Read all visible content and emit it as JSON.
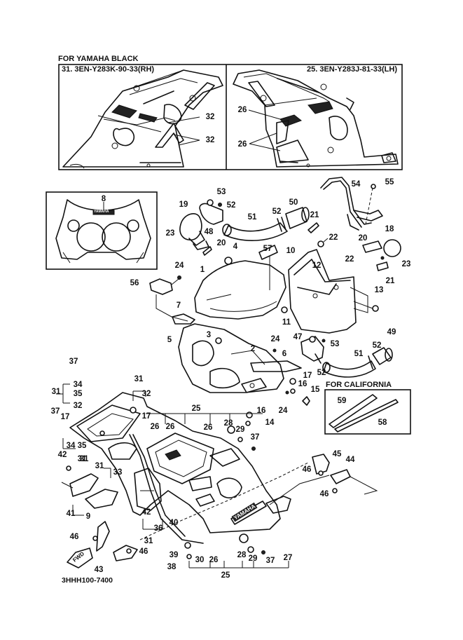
{
  "diagram": {
    "type": "exploded-parts-diagram",
    "subject": "Motorcycle fairing / cowling assembly",
    "inset_black": {
      "heading": "FOR YAMAHA BLACK",
      "rh_part": "31. 3EN-Y283K-90-33(RH)",
      "lh_part": "25. 3EN-Y283J-81-33(LH)",
      "rh_callouts": [
        "32",
        "32"
      ],
      "lh_callouts": [
        "26",
        "26"
      ]
    },
    "inset_front": {
      "callout": "8",
      "emblem_text": "YAMAHA"
    },
    "inset_california": {
      "heading": "FOR CALIFORNIA",
      "callouts": [
        "59",
        "58"
      ]
    },
    "fwd_arrow_text": "FWD",
    "side_panel_text": "YAMAHA",
    "drawing_number": "3HHH100-7400",
    "callouts": [
      {
        "id": "c53a",
        "label": "53"
      },
      {
        "id": "c52a",
        "label": "52"
      },
      {
        "id": "c19",
        "label": "19"
      },
      {
        "id": "c48",
        "label": "48"
      },
      {
        "id": "c23a",
        "label": "23"
      },
      {
        "id": "c20a",
        "label": "20"
      },
      {
        "id": "c51a",
        "label": "51"
      },
      {
        "id": "c52b",
        "label": "52"
      },
      {
        "id": "c50",
        "label": "50"
      },
      {
        "id": "c21a",
        "label": "21"
      },
      {
        "id": "c22a",
        "label": "22"
      },
      {
        "id": "c54",
        "label": "54"
      },
      {
        "id": "c55",
        "label": "55"
      },
      {
        "id": "c18",
        "label": "18"
      },
      {
        "id": "c20b",
        "label": "20"
      },
      {
        "id": "c22b",
        "label": "22"
      },
      {
        "id": "c23b",
        "label": "23"
      },
      {
        "id": "c21b",
        "label": "21"
      },
      {
        "id": "c13",
        "label": "13"
      },
      {
        "id": "c4",
        "label": "4"
      },
      {
        "id": "c57",
        "label": "57"
      },
      {
        "id": "c10",
        "label": "10"
      },
      {
        "id": "c12",
        "label": "12"
      },
      {
        "id": "c24a",
        "label": "24"
      },
      {
        "id": "c1",
        "label": "1"
      },
      {
        "id": "c56",
        "label": "56"
      },
      {
        "id": "c7",
        "label": "7"
      },
      {
        "id": "c11",
        "label": "11"
      },
      {
        "id": "c3",
        "label": "3"
      },
      {
        "id": "c5",
        "label": "5"
      },
      {
        "id": "c2",
        "label": "2"
      },
      {
        "id": "c24b",
        "label": "24"
      },
      {
        "id": "c6",
        "label": "6"
      },
      {
        "id": "c47",
        "label": "47"
      },
      {
        "id": "c53b",
        "label": "53"
      },
      {
        "id": "c49",
        "label": "49"
      },
      {
        "id": "c52c",
        "label": "52"
      },
      {
        "id": "c51b",
        "label": "51"
      },
      {
        "id": "c52d",
        "label": "52"
      },
      {
        "id": "c17a",
        "label": "17"
      },
      {
        "id": "c16a",
        "label": "16"
      },
      {
        "id": "c15",
        "label": "15"
      },
      {
        "id": "c24c",
        "label": "24"
      },
      {
        "id": "c16b",
        "label": "16"
      },
      {
        "id": "c14",
        "label": "14"
      },
      {
        "id": "c37a",
        "label": "37"
      },
      {
        "id": "c34a",
        "label": "34"
      },
      {
        "id": "c31a",
        "label": "31"
      },
      {
        "id": "c35a",
        "label": "35"
      },
      {
        "id": "c32a",
        "label": "32"
      },
      {
        "id": "c31b",
        "label": "31"
      },
      {
        "id": "c32b",
        "label": "32"
      },
      {
        "id": "c37b",
        "label": "37"
      },
      {
        "id": "c17b",
        "label": "17"
      },
      {
        "id": "c34b",
        "label": "34"
      },
      {
        "id": "c35b",
        "label": "35"
      },
      {
        "id": "c31c",
        "label": "31"
      },
      {
        "id": "c17c",
        "label": "17"
      },
      {
        "id": "c26a",
        "label": "26"
      },
      {
        "id": "c26b",
        "label": "26"
      },
      {
        "id": "c25a",
        "label": "25"
      },
      {
        "id": "c26c",
        "label": "26"
      },
      {
        "id": "c28a",
        "label": "28"
      },
      {
        "id": "c29a",
        "label": "29"
      },
      {
        "id": "c37c",
        "label": "37"
      },
      {
        "id": "c42a",
        "label": "42"
      },
      {
        "id": "c31d",
        "label": "31"
      },
      {
        "id": "c31e",
        "label": "31"
      },
      {
        "id": "c33",
        "label": "33"
      },
      {
        "id": "c41",
        "label": "41"
      },
      {
        "id": "c9",
        "label": "9"
      },
      {
        "id": "c42b",
        "label": "42"
      },
      {
        "id": "c36",
        "label": "36"
      },
      {
        "id": "c40",
        "label": "40"
      },
      {
        "id": "c31f",
        "label": "31"
      },
      {
        "id": "c46a",
        "label": "46"
      },
      {
        "id": "c46b",
        "label": "46"
      },
      {
        "id": "c43",
        "label": "43"
      },
      {
        "id": "c39",
        "label": "39"
      },
      {
        "id": "c38",
        "label": "38"
      },
      {
        "id": "c30",
        "label": "30"
      },
      {
        "id": "c26d",
        "label": "26"
      },
      {
        "id": "c28b",
        "label": "28"
      },
      {
        "id": "c29b",
        "label": "29"
      },
      {
        "id": "c37d",
        "label": "37"
      },
      {
        "id": "c27",
        "label": "27"
      },
      {
        "id": "c25b",
        "label": "25"
      },
      {
        "id": "c45",
        "label": "45"
      },
      {
        "id": "c44",
        "label": "44"
      },
      {
        "id": "c46c",
        "label": "46"
      },
      {
        "id": "c46d",
        "label": "46"
      }
    ]
  }
}
